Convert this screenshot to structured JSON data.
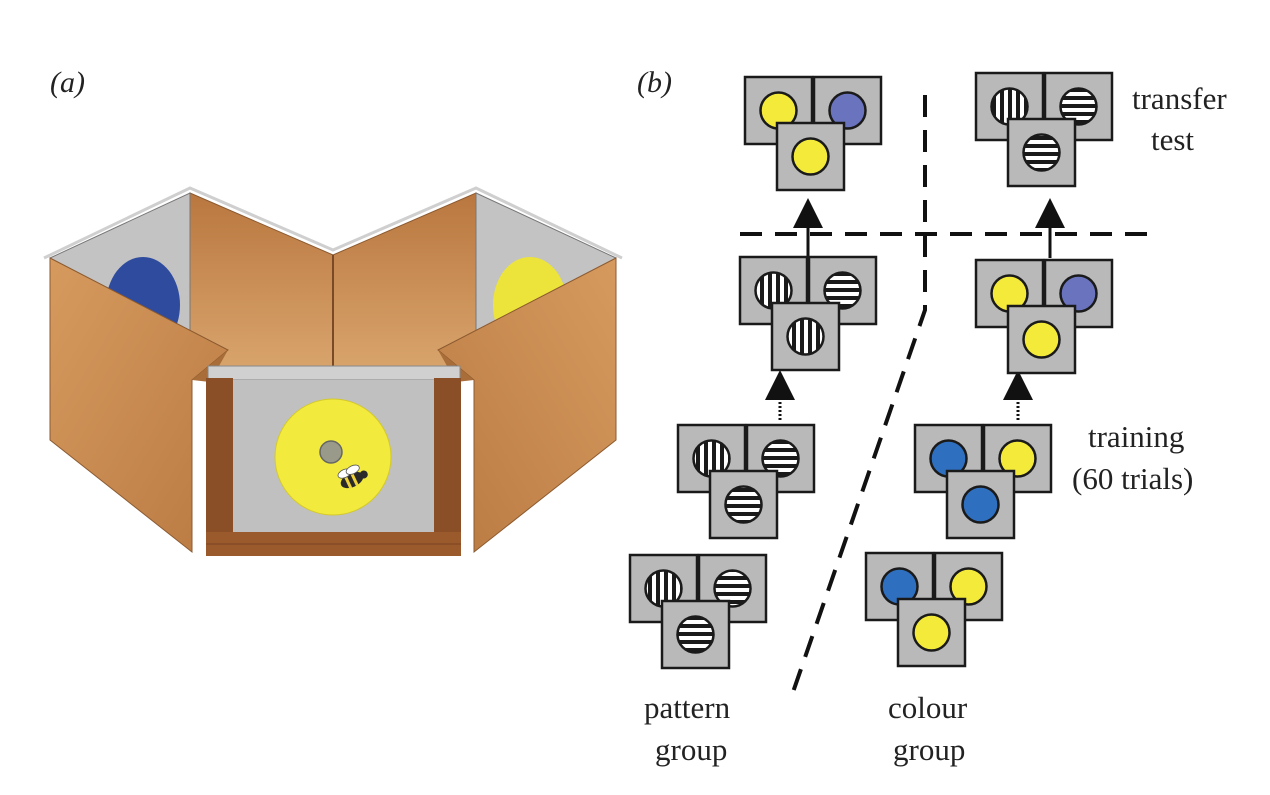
{
  "figure": {
    "panel_a": {
      "label_open": "(",
      "label_letter": "a",
      "label_close": ")"
    },
    "panel_b": {
      "label_open": "(",
      "label_letter": "b",
      "label_close": ")"
    },
    "annotations": {
      "transfer_test": [
        "transfer",
        "test"
      ],
      "training": [
        "training",
        "(60 trials)"
      ],
      "pattern_group": [
        "pattern",
        "group"
      ],
      "colour_group": [
        "colour",
        "group"
      ]
    }
  },
  "colors": {
    "wood": "#c98a4f",
    "wood_dark": "#7a4a26",
    "inner_wall": "#bdbdbd",
    "card": "#b9b9b9",
    "yellow": "#f4ea3a",
    "blue": "#3c5aa8",
    "light_blue": "#6a73bd",
    "bright_blue": "#2f6fc0"
  },
  "panel_b_stimuli": {
    "pattern_group": {
      "transfer_test": {
        "left": "yellow",
        "right": "light-blue",
        "front": "yellow"
      },
      "training_late": {
        "left": "vertical-stripes",
        "right": "horizontal-stripes",
        "front": "vertical-stripes"
      },
      "training_mid": {
        "left": "vertical-stripes",
        "right": "horizontal-stripes",
        "front": "horizontal-stripes"
      },
      "training_start": {
        "left": "vertical-stripes",
        "right": "horizontal-stripes",
        "front": "horizontal-stripes"
      }
    },
    "colour_group": {
      "transfer_test": {
        "left": "vertical-stripes",
        "right": "horizontal-stripes",
        "front": "horizontal-stripes"
      },
      "training_late": {
        "left": "yellow",
        "right": "light-blue",
        "front": "yellow"
      },
      "training_mid": {
        "left": "blue",
        "right": "yellow",
        "front": "blue"
      },
      "training_start": {
        "left": "blue",
        "right": "yellow",
        "front": "yellow"
      }
    }
  }
}
